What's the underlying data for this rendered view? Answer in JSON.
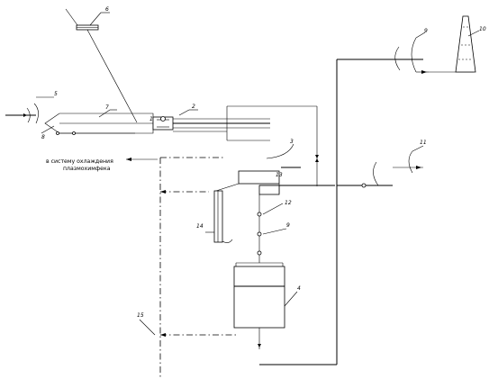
{
  "caption": {
    "line1": "в систему охлаждения",
    "line2": "плазмохимфека"
  },
  "labels": {
    "l1": "1",
    "l2": "2",
    "l3": "3",
    "l4": "4",
    "l5": "5",
    "l6": "6",
    "l7": "7",
    "l8": "8",
    "l9": "9",
    "l10": "10",
    "l11": "11",
    "l12": "12",
    "l13": "13",
    "l14": "14",
    "l15": "15"
  }
}
